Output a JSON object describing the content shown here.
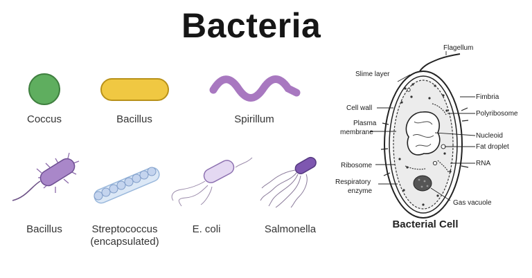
{
  "title": "Bacteria",
  "shapes": {
    "coccus": "Coccus",
    "bacillus": "Bacillus",
    "spirillum": "Spirillum"
  },
  "types": {
    "bacillus": "Bacillus",
    "streptococcus_line1": "Streptococcus",
    "streptococcus_line2": "(encapsulated)",
    "ecoli": "E. coli",
    "salmonella": "Salmonella"
  },
  "cell_diagram": {
    "caption": "Bacterial Cell",
    "labels": {
      "flagellum": "Flagellum",
      "slime_layer": "Slime layer",
      "cell_wall": "Cell wall",
      "plasma_membrane_1": "Plasma",
      "plasma_membrane_2": "membrane",
      "ribosome": "Ribosome",
      "respiratory_enzyme_1": "Respiratory",
      "respiratory_enzyme_2": "enzyme",
      "fimbria": "Fimbria",
      "polyribosome": "Polyribosome",
      "nucleoid": "Nucleoid",
      "fat_droplet": "Fat droplet",
      "rna": "RNA",
      "gas_vacuole": "Gas vacuole"
    }
  },
  "colors": {
    "coccus": "#5fae5f",
    "bacillus": "#f0c842",
    "spirillum": "#a878c0",
    "purple_cell": "#b18ad0",
    "dark_purple": "#7e57b0",
    "chain_blue": "#cfe0f4"
  }
}
